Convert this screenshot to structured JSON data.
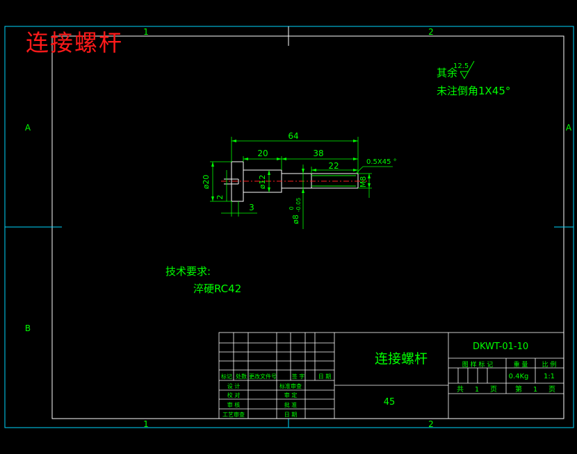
{
  "title_overlay": "连接螺杆",
  "zones": {
    "col1": "1",
    "col2": "2",
    "rowA": "A",
    "rowB": "B"
  },
  "surface_note": {
    "label": "其余",
    "roughness": "12.5",
    "chamfer": "未注倒角1X45°"
  },
  "dimensions": {
    "total_length": "64",
    "seg_20": "20",
    "seg_38": "38",
    "seg_22": "22",
    "chamfer": "0.5X45 °",
    "dia_20": "ø20",
    "dia_12": "ø12",
    "dia_8": "ø8",
    "dia_8_upper_tol": "0",
    "dia_8_lower_tol": "-0.05",
    "thread": "M8",
    "height_2": "2",
    "width_3": "3"
  },
  "tech_requirements": {
    "heading": "技术要求:",
    "item": "淬硬RC42"
  },
  "title_block": {
    "part_name": "连接螺杆",
    "material": "45",
    "drawing_no": "DKWT-01-10",
    "weight": "0.4Kg",
    "scale": "1:1",
    "total_label_a": "共",
    "total_value": "1",
    "total_label_b": "页",
    "sheet_label_a": "第",
    "sheet_value": "1",
    "sheet_label_b": "页",
    "hdr_stage": "图 样 标 记",
    "hdr_weight": "重 量",
    "hdr_scale": "比 例",
    "rev_headers": [
      "标记",
      "处数",
      "更改文件号",
      "签 字",
      "日 期"
    ],
    "roles_left": [
      "设 计",
      "校 对",
      "审 核",
      "工艺审查"
    ],
    "roles_right": [
      "标准审查",
      "审 定",
      "批 准",
      "日 期"
    ]
  },
  "colors": {
    "frame": "#00e0ff",
    "dim": "#00ff00",
    "outline": "#ffffff",
    "center": "#ff2020",
    "title": "#ff1a1a"
  }
}
